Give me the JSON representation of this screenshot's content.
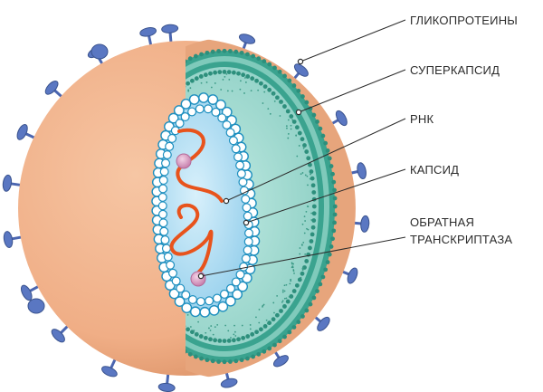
{
  "diagram": {
    "labels": {
      "glycoproteins": "ГЛИКОПРОТЕИНЫ",
      "supercapsid": "СУПЕРКАПСИД",
      "rna": "РНК",
      "capsid": "КАПСИД",
      "reverse_transcriptase_line1": "ОБРАТНАЯ",
      "reverse_transcriptase_line2": "ТРАНСКРИПТАЗА"
    },
    "colors": {
      "outer_shell": "#f2b48f",
      "cut_face": "#e8a57b",
      "membrane": "#2d9a86",
      "inner_fluid": "#9fd8cf",
      "core": "#b9e2f5",
      "capsid_bead": "#ffffff",
      "capsid_outline": "#1e8fbf",
      "rna": "#e8531c",
      "enzyme": "#d59bc1",
      "glycoprotein": "#4b66b0",
      "leader": "#2b2b2b"
    }
  }
}
